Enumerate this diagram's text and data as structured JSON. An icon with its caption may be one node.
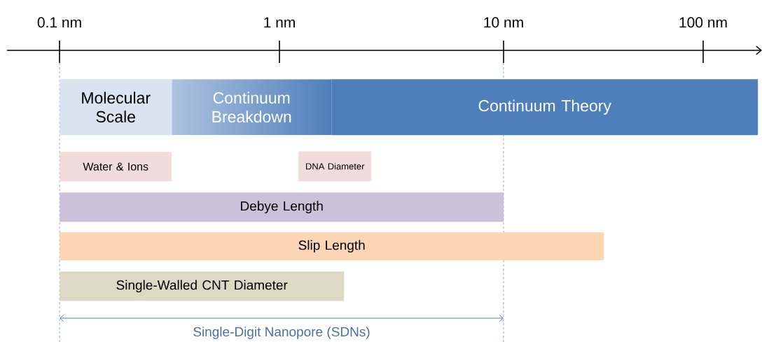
{
  "diagram": {
    "nodes": [
      {
        "text": [
          "Molecular Scale"
        ]
      },
      {
        "text": [
          "Continuum Breakdown"
        ]
      },
      {
        "text": [
          "Continuum Theory"
        ]
      },
      {
        "text": [
          "Water & Ions"
        ]
      },
      {
        "text": [
          "DNA Diameter"
        ]
      },
      {
        "text": [
          "Debye Length"
        ]
      },
      {
        "text": [
          "Slip Length"
        ]
      },
      {
        "text": [
          "Single-Walled CNT Diameter"
        ]
      }
    ],
    "labels": [
      "0.1 nm",
      "1 nm",
      "10 nm",
      "100 nm",
      "Single-Digit Nanopore (SDNs)"
    ]
  }
}
